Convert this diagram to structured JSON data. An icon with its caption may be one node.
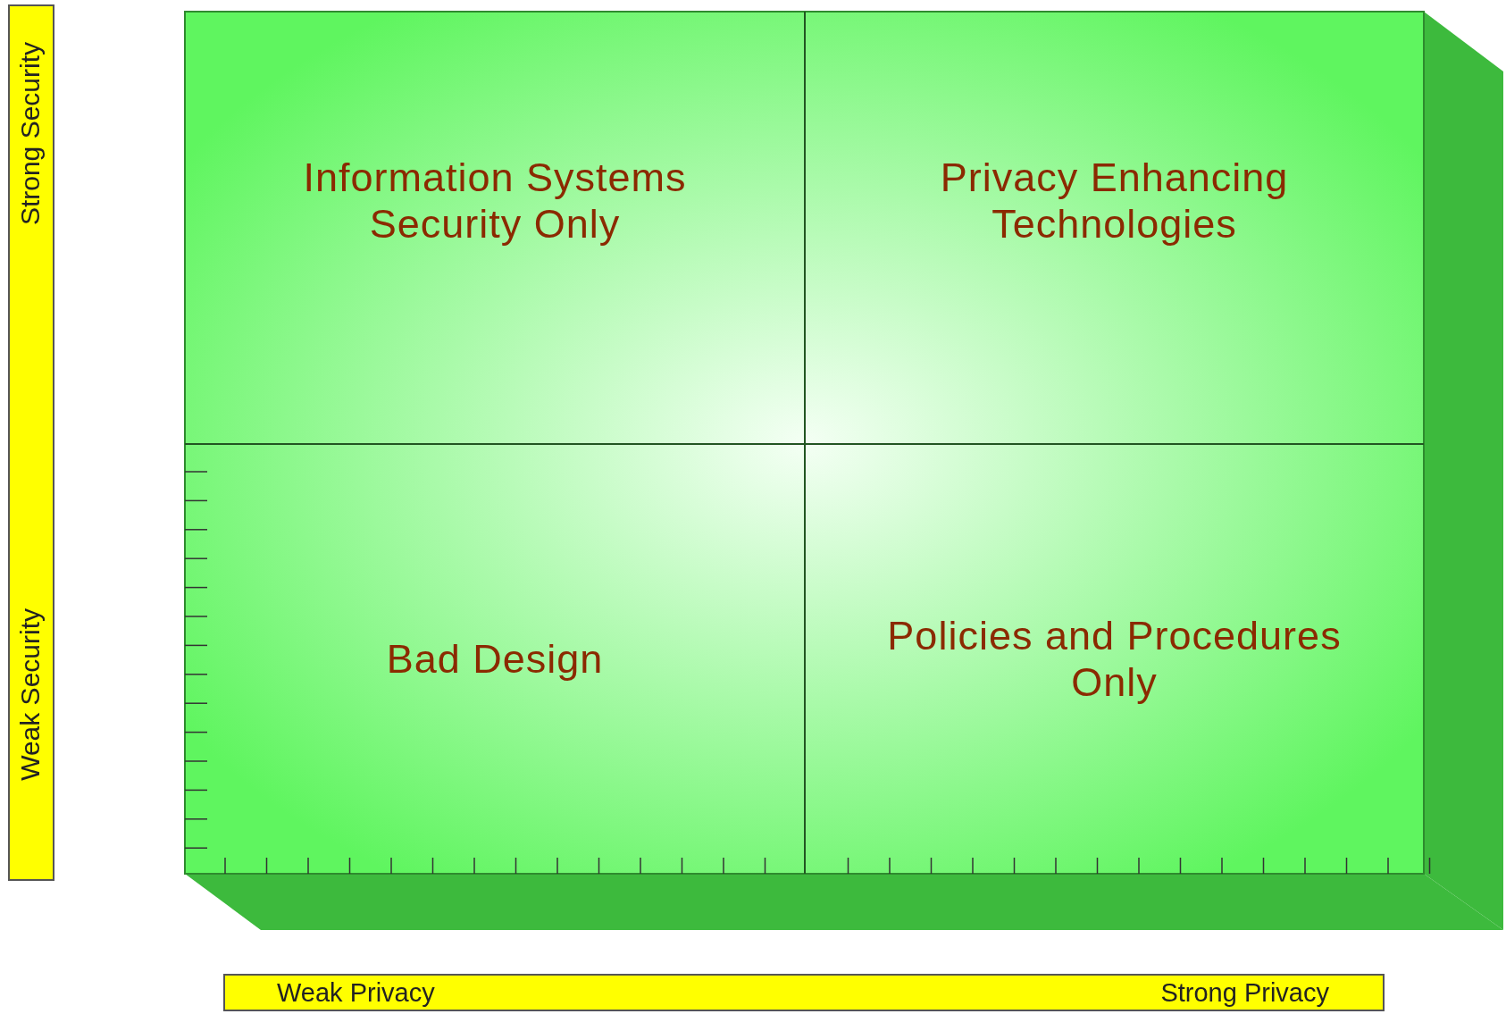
{
  "diagram": {
    "nodes": [
      {
        "text": [
          "Strong Security",
          "Weak Security"
        ]
      },
      {
        "text": [
          "Information Systems Security Only"
        ]
      },
      {
        "text": [
          "Privacy Enhancing Technologies"
        ]
      },
      {
        "text": [
          "Bad Design"
        ]
      },
      {
        "text": [
          "Policies and Procedures Only"
        ]
      },
      {
        "text": [
          "Weak Privacy",
          "Strong Privacy"
        ]
      }
    ]
  }
}
